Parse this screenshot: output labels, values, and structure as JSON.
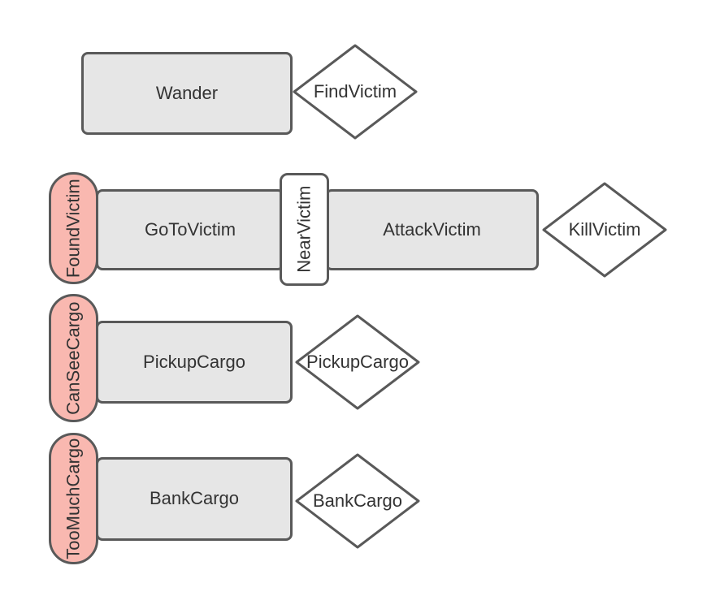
{
  "diagram": {
    "title": "behavior-state-diagram",
    "background": "#ffffff",
    "colors": {
      "state_fill": "#e6e6e6",
      "stroke": "#595959",
      "trigger_fill": "#f9b8b0",
      "decision_fill": "#ffffff",
      "text": "#333333"
    },
    "rows": [
      {
        "state": "Wander",
        "decision": "FindVictim"
      },
      {
        "trigger": "FoundVictim",
        "state1": "GoToVictim",
        "event": "NearVictim",
        "state2": "AttackVictim",
        "decision": "KillVictim"
      },
      {
        "trigger": "CanSeeCargo",
        "state": "PickupCargo",
        "decision": "PickupCargo"
      },
      {
        "trigger": "TooMuchCargo",
        "state": "BankCargo",
        "decision": "BankCargo"
      }
    ]
  }
}
